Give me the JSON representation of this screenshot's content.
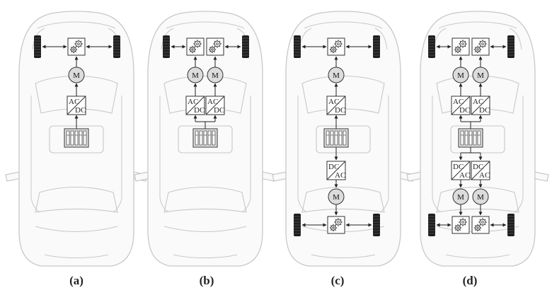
{
  "figure": {
    "panels": [
      {
        "label": "(a)",
        "motor_label": "M",
        "converter_front": {
          "top": "AC",
          "bottom": "DC"
        }
      },
      {
        "label": "(b)",
        "motor_label": "M",
        "converter_front": {
          "top": "AC",
          "bottom": "DC"
        }
      },
      {
        "label": "(c)",
        "motor_label": "M",
        "converter_front": {
          "top": "AC",
          "bottom": "DC"
        },
        "converter_rear": {
          "top": "DC",
          "bottom": "AC"
        }
      },
      {
        "label": "(d)",
        "motor_label": "M",
        "converter_front": {
          "top": "AC",
          "bottom": "DC"
        },
        "converter_rear": {
          "top": "DC",
          "bottom": "AC"
        }
      }
    ]
  },
  "colors": {
    "car_outline": "#c8c8c8",
    "car_fill": "#fafafa",
    "component_stroke": "#333333",
    "tire": "#1e1e1e",
    "motor_fill": "#dcdcdc",
    "battery_fill": "#e6e6e6"
  },
  "icons": [
    "gearbox-icon",
    "motor-icon",
    "converter-icon",
    "battery-icon",
    "wheel-icon"
  ]
}
